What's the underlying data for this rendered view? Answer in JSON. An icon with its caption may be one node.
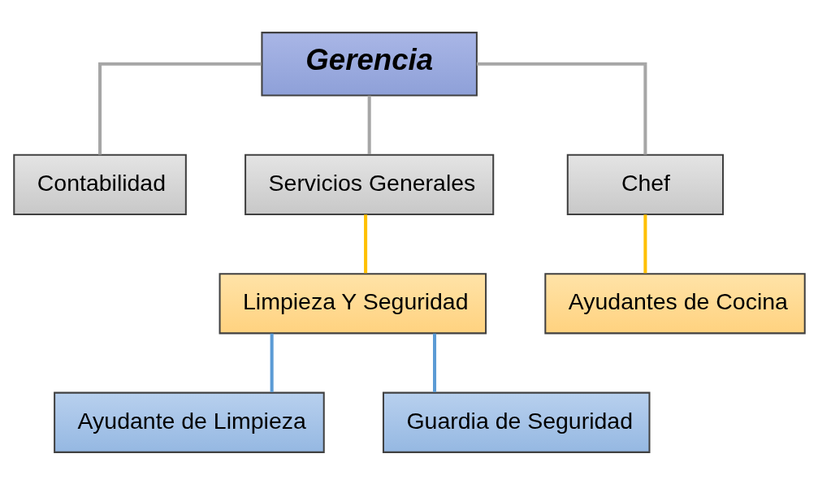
{
  "diagram": {
    "nodes": [
      {
        "text": [
          "Gerencia"
        ]
      },
      {
        "text": [
          "Contabilidad"
        ]
      },
      {
        "text": [
          "Servicios Generales"
        ]
      },
      {
        "text": [
          "Chef"
        ]
      },
      {
        "text": [
          "Limpieza Y Seguridad"
        ]
      },
      {
        "text": [
          "Ayudantes de Cocina"
        ]
      },
      {
        "text": [
          "Ayudante de Limpieza"
        ]
      },
      {
        "text": [
          "Guardia de Seguridad"
        ]
      }
    ],
    "edges": [
      {
        "from": 0,
        "to": 1,
        "arrow": "none"
      },
      {
        "from": 0,
        "to": 2,
        "arrow": "none"
      },
      {
        "from": 0,
        "to": 3,
        "arrow": "none"
      },
      {
        "from": 2,
        "to": 4,
        "arrow": "none",
        "color": "#ffc000"
      },
      {
        "from": 3,
        "to": 5,
        "arrow": "none",
        "color": "#ffc000"
      },
      {
        "from": 4,
        "to": 6,
        "arrow": "none",
        "color": "#5b9bd5"
      },
      {
        "from": 4,
        "to": 7,
        "arrow": "none",
        "color": "#5b9bd5"
      }
    ]
  }
}
